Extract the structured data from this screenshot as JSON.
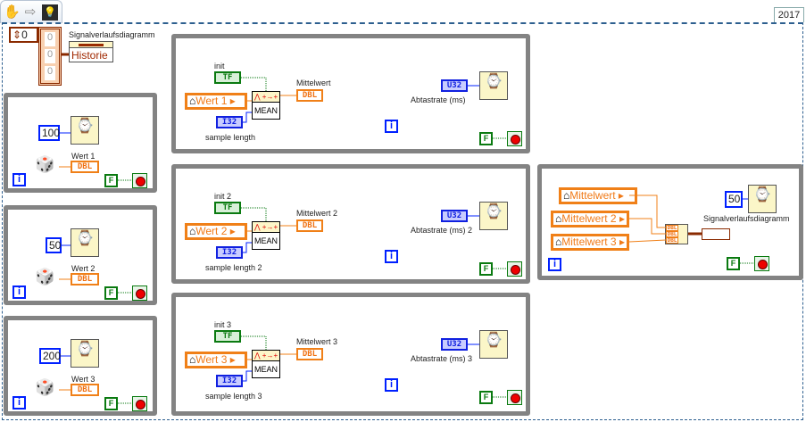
{
  "toolbar": {
    "icons": [
      "hand-icon",
      "arrow-icon",
      "highlight-execution-icon"
    ]
  },
  "version_tab": "2017",
  "init_section": {
    "count_value": "0",
    "array_values": [
      "0",
      "0",
      "0"
    ],
    "chart_label": "Signalverlaufsdiagramm",
    "property": "Historie"
  },
  "generator_loops": [
    {
      "wait_ms": "100",
      "indicator_label": "Wert 1",
      "type": "DBL"
    },
    {
      "wait_ms": "50",
      "indicator_label": "Wert 2",
      "type": "DBL"
    },
    {
      "wait_ms": "200",
      "indicator_label": "Wert 3",
      "type": "DBL"
    }
  ],
  "mean_loops": [
    {
      "init_label": "init",
      "bool_type": "TF",
      "input": "Wert 1",
      "function": "MEAN",
      "length_type": "I32",
      "length_label": "sample length",
      "output_label": "Mittelwert",
      "output_type": "DBL",
      "rate_type": "U32",
      "rate_label": "Abtastrate (ms)"
    },
    {
      "init_label": "init 2",
      "bool_type": "TF",
      "input": "Wert 2",
      "function": "MEAN",
      "length_type": "I32",
      "length_label": "sample length 2",
      "output_label": "Mittelwert 2",
      "output_type": "DBL",
      "rate_type": "U32",
      "rate_label": "Abtastrate (ms) 2"
    },
    {
      "init_label": "init 3",
      "bool_type": "TF",
      "input": "Wert 3",
      "function": "MEAN",
      "length_type": "I32",
      "length_label": "sample length 3",
      "output_label": "Mittelwert 3",
      "output_type": "DBL",
      "rate_type": "U32",
      "rate_label": "Abtastrate (ms) 3"
    }
  ],
  "chart_loop": {
    "inputs": [
      "Mittelwert",
      "Mittelwert 2",
      "Mittelwert 3"
    ],
    "bundle_types": [
      "DBL",
      "DBL",
      "DBL"
    ],
    "chart_label": "Signalverlaufsdiagramm",
    "wait_ms": "50"
  },
  "common": {
    "iteration": "i",
    "stop_const": "F",
    "local_var_icon": "house-icon"
  },
  "colors": {
    "loop_border": "#838383",
    "dbl": "#f08018",
    "int": "#0020ff",
    "bool": "#0a7a10"
  }
}
